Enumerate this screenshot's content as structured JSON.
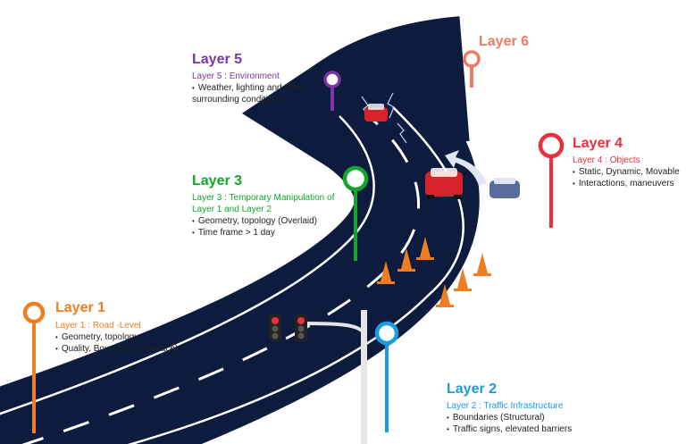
{
  "colors": {
    "road": "#0d1b3e",
    "road_edge": "#ffffff",
    "layer1": "#f07d22",
    "layer2": "#1b9be0",
    "layer3": "#13a52e",
    "layer4": "#e8303f",
    "layer5": "#7e34a6",
    "layer6": "#ee7c62",
    "cone": "#f07d22",
    "car_red": "#d8222c",
    "car_blue": "#5a6b9e",
    "lightning": "#bcd6ff"
  },
  "layers": {
    "l1": {
      "title": "Layer 1",
      "subtitle": "Layer 1 : Road -Level",
      "bullets": [
        "Geometry, topology",
        "Quality, Boundaries (Surface)"
      ]
    },
    "l2": {
      "title": "Layer 2",
      "subtitle": "Layer 2 : Traffic Infrastructure",
      "bullets": [
        "Boundaries (Structural)",
        "Traffic signs, elevated barriers"
      ]
    },
    "l3": {
      "title": "Layer 3",
      "subtitle": "Layer 3 : Temporary Manipulation of Layer 1 and Layer 2",
      "bullets": [
        "Geometry, topology (Overlaid)",
        "Time frame > 1 day"
      ]
    },
    "l4": {
      "title": "Layer 4",
      "subtitle": "Layer 4 : Objects",
      "bullets": [
        "Static, Dynamic, Movable",
        "Interactions, maneuvers"
      ]
    },
    "l5": {
      "title": "Layer 5",
      "subtitle": "Layer 5 : Environment",
      "bullets": [
        "Weather, lighting and other surrounding conditions"
      ]
    },
    "l6": {
      "title": "Layer 6"
    }
  }
}
